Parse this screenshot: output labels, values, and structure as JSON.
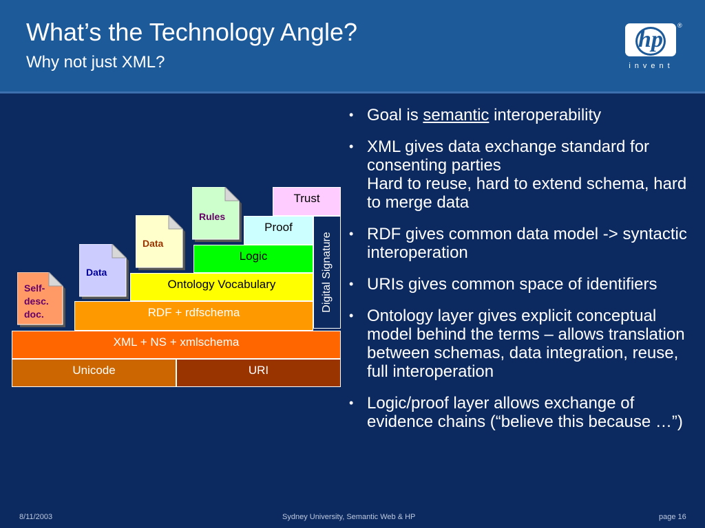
{
  "header": {
    "title": "What’s the Technology Angle?",
    "subtitle": "Why not just XML?"
  },
  "logo": {
    "mark": "hp",
    "registered": "®",
    "tagline": "invent"
  },
  "layer_cake": {
    "layers": [
      {
        "id": "unicode",
        "label": "Unicode",
        "bg": "#cc6600",
        "fg": "#ffffff"
      },
      {
        "id": "uri",
        "label": "URI",
        "bg": "#993300",
        "fg": "#ffffff"
      },
      {
        "id": "xml",
        "label": "XML + NS + xmlschema",
        "bg": "#ff6600",
        "fg": "#ffffff"
      },
      {
        "id": "rdf",
        "label": "RDF + rdfschema",
        "bg": "#ff9900",
        "fg": "#ffffff"
      },
      {
        "id": "ontology",
        "label": "Ontology Vocabulary",
        "bg": "#ffff00",
        "fg": "#000000"
      },
      {
        "id": "logic",
        "label": "Logic",
        "bg": "#00ff00",
        "fg": "#000000"
      },
      {
        "id": "proof",
        "label": "Proof",
        "bg": "#ccffff",
        "fg": "#000000"
      },
      {
        "id": "trust",
        "label": "Trust",
        "bg": "#ffccff",
        "fg": "#000000"
      }
    ],
    "digital_signature": "Digital Signature",
    "pages": [
      {
        "id": "self-desc",
        "label_lines": [
          "Self-",
          "desc.",
          "doc."
        ],
        "bg": "#ff9966",
        "fg": "#660066"
      },
      {
        "id": "data-1",
        "label_lines": [
          "Data"
        ],
        "bg": "#ccccff",
        "fg": "#000099"
      },
      {
        "id": "data-2",
        "label_lines": [
          "Data"
        ],
        "bg": "#ffffcc",
        "fg": "#993300"
      },
      {
        "id": "rules",
        "label_lines": [
          "Rules"
        ],
        "bg": "#ccffcc",
        "fg": "#660066"
      }
    ]
  },
  "bullets": [
    {
      "pre": "Goal is ",
      "emph": "semantic",
      "post": " interoperability"
    },
    {
      "lines": [
        "XML gives data exchange standard for consenting parties",
        "Hard to reuse, hard to extend schema, hard to merge data"
      ]
    },
    {
      "text": "RDF gives common data model -> syntactic interoperation"
    },
    {
      "text": "URIs gives common space of identifiers"
    },
    {
      "text": "Ontology layer gives explicit conceptual model behind the terms – allows translation between schemas, data integration, reuse, full interoperation"
    },
    {
      "text": "Logic/proof layer allows exchange of evidence chains (“believe this because …”)"
    }
  ],
  "footer": {
    "date": "8/11/2003",
    "center": "Sydney University, Semantic Web & HP",
    "page": "page 16"
  }
}
